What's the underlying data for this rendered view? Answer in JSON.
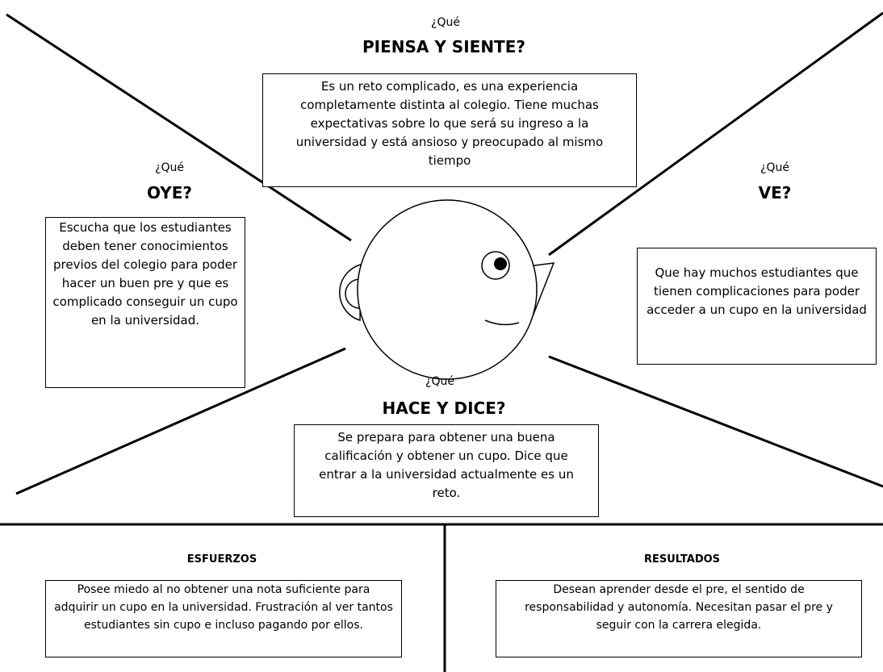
{
  "piensa": {
    "question": "¿Qué",
    "title": "PIENSA Y SIENTE?",
    "text": "Es un reto complicado, es una experiencia completamente distinta al colegio. Tiene muchas expectativas sobre lo que será su ingreso a la universidad y está ansioso y preocupado al mismo tiempo"
  },
  "oye": {
    "question": "¿Qué",
    "title": "OYE?",
    "text": "Escucha que los estudiantes deben tener conocimientos previos del colegio para poder hacer un buen pre y que es complicado conseguir un cupo en la universidad."
  },
  "ve": {
    "question": "¿Qué",
    "title": "VE?",
    "text": "Que hay muchos estudiantes que tienen complicaciones para poder acceder a un cupo en la universidad"
  },
  "hace": {
    "question": "¿Qué",
    "title": "HACE Y DICE?",
    "text": "Se prepara para obtener una buena calificación y obtener un cupo. Dice que entrar a la universidad actualmente es un reto."
  },
  "esfuerzos": {
    "title": "ESFUERZOS",
    "text": "Posee miedo al no obtener una nota suficiente para adquirir un cupo en la universidad. Frustración al ver tantos estudiantes sin cupo e incluso pagando por ellos."
  },
  "resultados": {
    "title": "RESULTADOS",
    "text": "Desean aprender desde el pre, el sentido de responsabilidad y autonomía. Necesitan pasar el pre y seguir con la carrera elegida."
  }
}
